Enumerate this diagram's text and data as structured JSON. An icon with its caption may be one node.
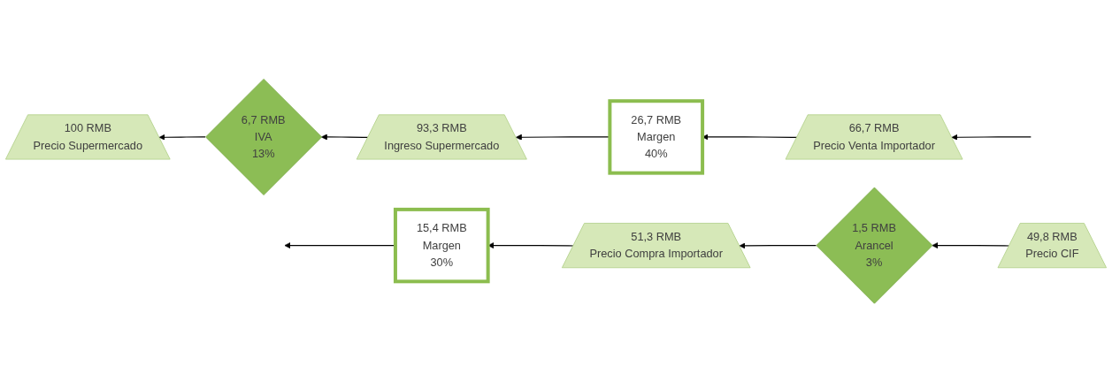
{
  "diagram": {
    "nodes": [
      {
        "text": [
          "100 RMB",
          "Precio Supermercado"
        ]
      },
      {
        "text": [
          "6,7 RMB",
          "IVA",
          "13%"
        ]
      },
      {
        "text": [
          "93,3 RMB",
          "Ingreso Supermercado"
        ]
      },
      {
        "text": [
          "26,7 RMB",
          "Margen",
          "40%"
        ]
      },
      {
        "text": [
          "66,7 RMB",
          "Precio Venta Importador"
        ]
      },
      {
        "text": [
          "15,4 RMB",
          "Margen",
          "30%"
        ]
      },
      {
        "text": [
          "51,3 RMB",
          "Precio Compra Importador"
        ]
      },
      {
        "text": [
          "1,5 RMB",
          "Arancel",
          "3%"
        ]
      },
      {
        "text": [
          "49,8 RMB",
          "Precio CIF"
        ]
      }
    ],
    "edges": [
      {
        "from": null,
        "to": 4,
        "arrow": "to"
      },
      {
        "from": 4,
        "to": 3,
        "arrow": "to"
      },
      {
        "from": 3,
        "to": 2,
        "arrow": "to"
      },
      {
        "from": 2,
        "to": 1,
        "arrow": "to"
      },
      {
        "from": 1,
        "to": 0,
        "arrow": "to"
      },
      {
        "from": 8,
        "to": 7,
        "arrow": "to"
      },
      {
        "from": 7,
        "to": 6,
        "arrow": "to"
      },
      {
        "from": 6,
        "to": 5,
        "arrow": "to"
      },
      {
        "from": 5,
        "to": null,
        "arrow": "to"
      }
    ]
  }
}
